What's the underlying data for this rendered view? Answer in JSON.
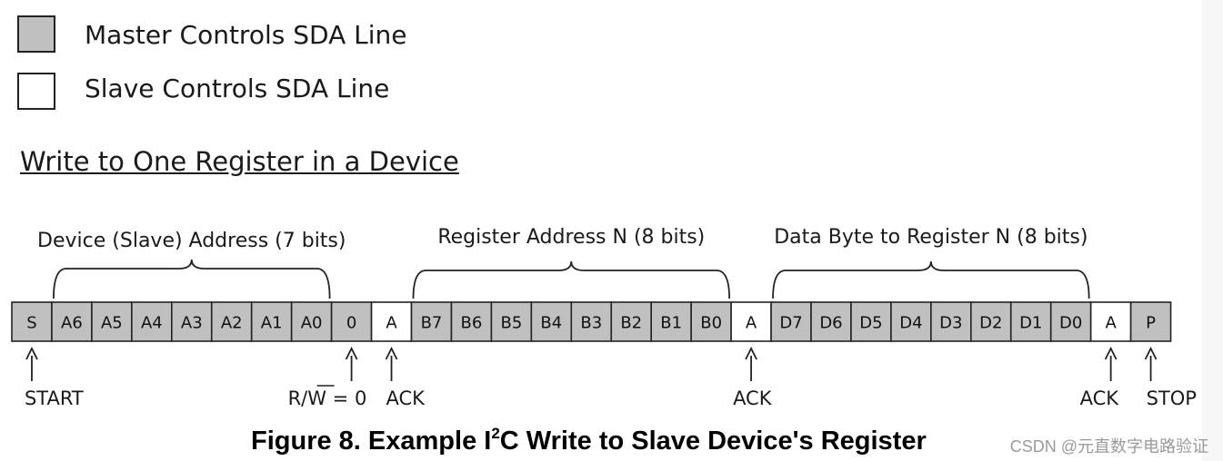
{
  "legend": [
    {
      "label": "Master Controls SDA Line",
      "fill": "#c0c0c0"
    },
    {
      "label": "Slave Controls SDA Line",
      "fill": "#ffffff"
    }
  ],
  "section_title": "Write to One Register in a Device",
  "fields": [
    {
      "label": "Device (Slave) Address (7 bits)"
    },
    {
      "label": "Register Address N (8 bits)"
    },
    {
      "label": "Data Byte to Register N (8 bits)"
    }
  ],
  "cells": [
    {
      "label": "S",
      "owner": "master"
    },
    {
      "label": "A6",
      "owner": "master"
    },
    {
      "label": "A5",
      "owner": "master"
    },
    {
      "label": "A4",
      "owner": "master"
    },
    {
      "label": "A3",
      "owner": "master"
    },
    {
      "label": "A2",
      "owner": "master"
    },
    {
      "label": "A1",
      "owner": "master"
    },
    {
      "label": "A0",
      "owner": "master"
    },
    {
      "label": "0",
      "owner": "master"
    },
    {
      "label": "A",
      "owner": "slave"
    },
    {
      "label": "B7",
      "owner": "master"
    },
    {
      "label": "B6",
      "owner": "master"
    },
    {
      "label": "B5",
      "owner": "master"
    },
    {
      "label": "B4",
      "owner": "master"
    },
    {
      "label": "B3",
      "owner": "master"
    },
    {
      "label": "B2",
      "owner": "master"
    },
    {
      "label": "B1",
      "owner": "master"
    },
    {
      "label": "B0",
      "owner": "master"
    },
    {
      "label": "A",
      "owner": "slave"
    },
    {
      "label": "D7",
      "owner": "master"
    },
    {
      "label": "D6",
      "owner": "master"
    },
    {
      "label": "D5",
      "owner": "master"
    },
    {
      "label": "D4",
      "owner": "master"
    },
    {
      "label": "D3",
      "owner": "master"
    },
    {
      "label": "D2",
      "owner": "master"
    },
    {
      "label": "D1",
      "owner": "master"
    },
    {
      "label": "D0",
      "owner": "master"
    },
    {
      "label": "A",
      "owner": "slave"
    },
    {
      "label": "P",
      "owner": "master"
    }
  ],
  "markers": [
    {
      "label": "START",
      "cell": 0
    },
    {
      "label": "R/W = 0",
      "cell": 8
    },
    {
      "label": "ACK",
      "cell": 9
    },
    {
      "label": "ACK",
      "cell": 18
    },
    {
      "label": "ACK",
      "cell": 27
    },
    {
      "label": "STOP",
      "cell": 28
    }
  ],
  "caption": {
    "prefix": "Figure 8. Example I",
    "superscript": "2",
    "suffix": "C Write to Slave Device's Register"
  },
  "watermark": "CSDN @元直数字电路验证",
  "colors": {
    "master_fill": "#c0c0c0",
    "slave_fill": "#ffffff",
    "stroke": "#222222"
  }
}
